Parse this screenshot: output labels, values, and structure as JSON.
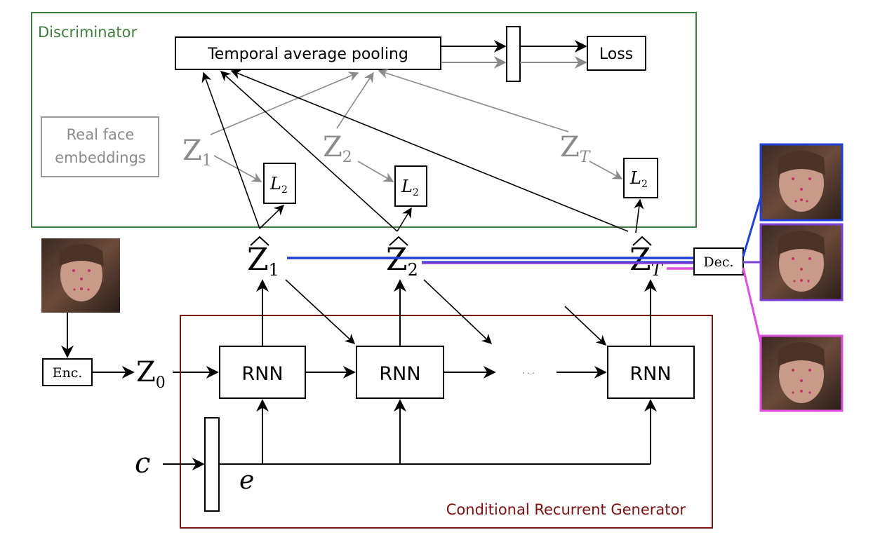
{
  "discriminator": {
    "title": "Discriminator",
    "pooling_label": "Temporal average pooling",
    "loss_label": "Loss",
    "real_embeddings_line1": "Real face",
    "real_embeddings_line2": "embeddings",
    "real_z": [
      {
        "base": "Z",
        "sub": "1"
      },
      {
        "base": "Z",
        "sub": "2"
      },
      {
        "base": "Z",
        "sub": "T"
      }
    ],
    "l2_boxes": [
      {
        "base": "L",
        "sub": "2"
      },
      {
        "base": "L",
        "sub": "2"
      },
      {
        "base": "L",
        "sub": "2"
      }
    ]
  },
  "generated_z": [
    {
      "base": "Z",
      "sub": "1"
    },
    {
      "base": "Z",
      "sub": "2"
    },
    {
      "base": "Z",
      "sub": "T"
    }
  ],
  "generator": {
    "title": "Conditional Recurrent Generator",
    "rnn_labels": [
      "RNN",
      "RNN",
      "RNN"
    ],
    "ellipsis": "· · ·",
    "e_label": "e",
    "c_label": "c"
  },
  "encoder": {
    "enc_label": "Enc.",
    "z0_base": "Z",
    "z0_sub": "0"
  },
  "decoder": {
    "dec_label": "Dec."
  },
  "colors": {
    "discriminator": "#3f7d3f",
    "generator": "#7a1010",
    "gray": "#8a8a8a",
    "frame1": "#1f3fd6",
    "frame2": "#7a3fd6",
    "frame3": "#e04fe0"
  }
}
